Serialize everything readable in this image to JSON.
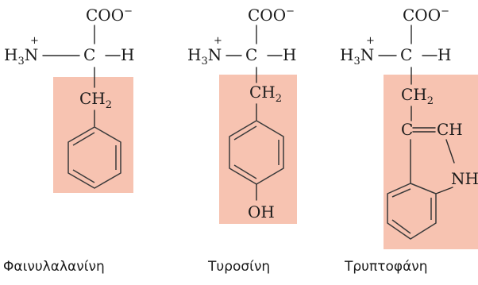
{
  "colors": {
    "highlight": "#f7c3b1",
    "ink": "#1a1a1a"
  },
  "amino_acids": [
    {
      "name": "Φαινυλαλανίνη",
      "backbone": {
        "carboxylate": "COO",
        "charge_minus": "−",
        "amine_N": "N",
        "amine_plus": "+",
        "alpha_C": "C",
        "alpha_H": "H",
        "H3": "H",
        "H3_sub": "3"
      },
      "side_chain": {
        "methylene": "CH",
        "methylene_sub": "2"
      }
    },
    {
      "name": "Τυροσίνη",
      "backbone": {
        "carboxylate": "COO",
        "charge_minus": "−",
        "amine_N": "N",
        "amine_plus": "+",
        "alpha_C": "C",
        "alpha_H": "H",
        "H3": "H",
        "H3_sub": "3"
      },
      "side_chain": {
        "methylene": "CH",
        "methylene_sub": "2",
        "hydroxyl": "OH"
      }
    },
    {
      "name": "Τρυπτοφάνη",
      "backbone": {
        "carboxylate": "COO",
        "charge_minus": "−",
        "amine_N": "N",
        "amine_plus": "+",
        "alpha_C": "C",
        "alpha_H": "H",
        "H3": "H",
        "H3_sub": "3"
      },
      "side_chain": {
        "methylene": "CH",
        "methylene_sub": "2",
        "ring_C": "C",
        "ring_CH": "CH",
        "ring_NH": "NH"
      }
    }
  ]
}
